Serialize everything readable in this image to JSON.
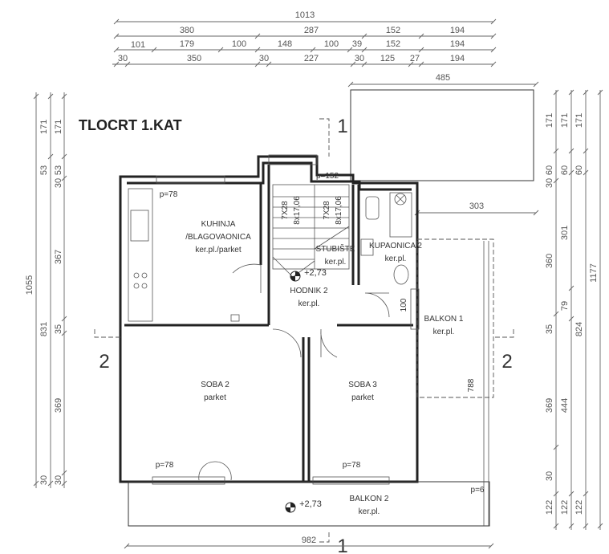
{
  "title": "TLOCRT 1.KAT",
  "section_marks": {
    "one_top": "1",
    "one_bottom": "1",
    "two_left": "2",
    "two_right": "2"
  },
  "rooms": [
    {
      "name": "KUHINJA",
      "name2": "/BLAGOVAONICA",
      "floor": "ker.pl./parket"
    },
    {
      "name": "STUBIŠTE",
      "floor": "ker.pl."
    },
    {
      "name": "HODNIK 2",
      "floor": "ker.pl."
    },
    {
      "name": "KUPAONICA 2",
      "floor": "ker.pl."
    },
    {
      "name": "BALKON 1",
      "floor": "ker.pl."
    },
    {
      "name": "SOBA 2",
      "floor": "parket"
    },
    {
      "name": "SOBA 3",
      "floor": "parket"
    },
    {
      "name": "BALKON 2",
      "floor": "ker.pl."
    }
  ],
  "stairs": {
    "flight1": "7X28",
    "rise1": "8x17,06",
    "flight2": "7X28",
    "rise2": "8x17,06"
  },
  "levels": {
    "hodnik": "+2,73",
    "balkon2": "+2,73"
  },
  "openings": {
    "kuhinja": "p=78",
    "stair": "p=152",
    "soba2": "p=78",
    "soba3": "p=78",
    "balkon2": "p=6",
    "door_100": "100"
  },
  "dimensions": {
    "top_total": "1013",
    "top_row2": [
      "380",
      "287",
      "152",
      "194"
    ],
    "top_row3": [
      "101",
      "179",
      "100",
      "148",
      "100",
      "39",
      "152",
      "194"
    ],
    "top_row4": [
      "30",
      "350",
      "30",
      "227",
      "30",
      "125",
      "27",
      "194"
    ],
    "left_total": "1055",
    "left_mid": [
      "171",
      "53",
      "831",
      "30"
    ],
    "left_inner": [
      "171",
      "30",
      "53",
      "367",
      "35",
      "369",
      "30"
    ],
    "right_1": [
      "171",
      "30",
      "60",
      "360",
      "35",
      "369",
      "30",
      "122"
    ],
    "right_2": [
      "171",
      "60",
      "301",
      "79",
      "444",
      "122"
    ],
    "right_3": [
      "171",
      "60",
      "824",
      "122"
    ],
    "right_total": "1177",
    "terrace_width": "485",
    "balkon1_width": "303",
    "balkon1_length": "788",
    "bottom_total": "982"
  }
}
